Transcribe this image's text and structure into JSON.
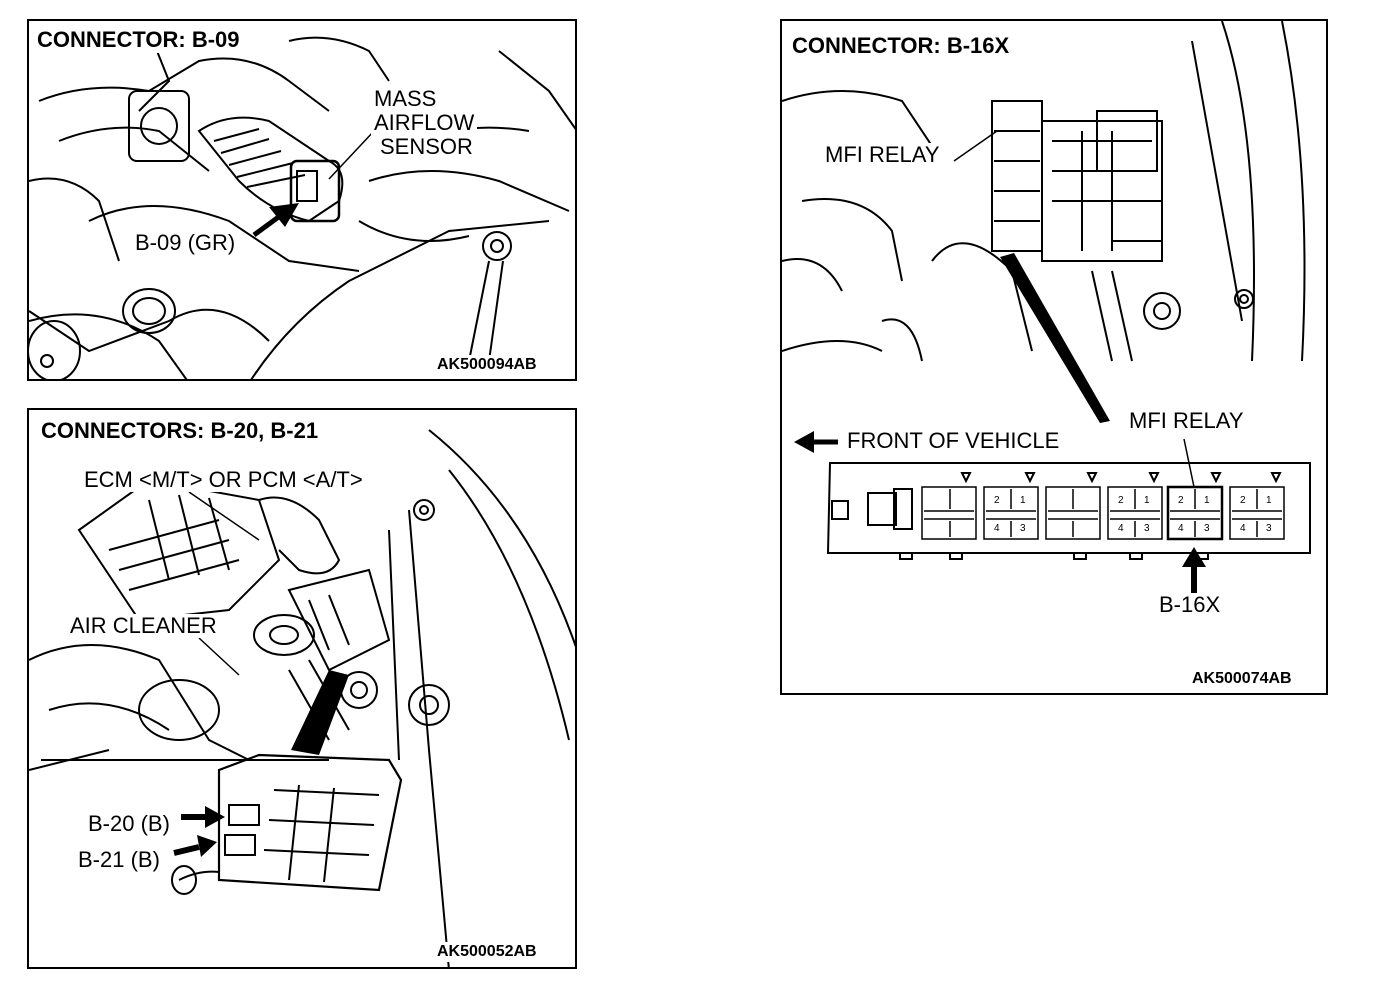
{
  "panel_b09": {
    "title": "CONNECTOR: B-09",
    "label_line1": "MASS",
    "label_line2": "AIRFLOW",
    "label_line3": "SENSOR",
    "connector_label": "B-09 (GR)",
    "figure_code": "AK500094AB"
  },
  "panel_b20_b21": {
    "title": "CONNECTORS: B-20, B-21",
    "ecm_label": "ECM <M/T> OR PCM <A/T>",
    "air_cleaner_label": "AIR CLEANER",
    "connector1_label": "B-20 (B)",
    "connector2_label": "B-21 (B)",
    "figure_code": "AK500052AB"
  },
  "panel_b16x": {
    "title": "CONNECTOR: B-16X",
    "mfi_relay_label_top": "MFI RELAY",
    "mfi_relay_label_detail": "MFI RELAY",
    "front_label": "FRONT OF VEHICLE",
    "connector_label": "B-16X",
    "figure_code": "AK500074AB",
    "relay_pins": [
      "2",
      "1",
      "4",
      "3"
    ]
  }
}
